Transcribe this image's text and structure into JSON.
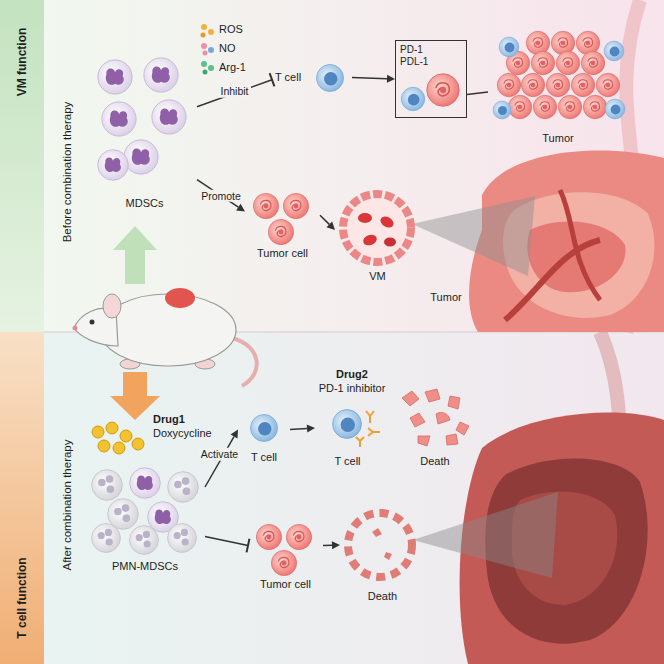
{
  "diagram": {
    "nodes": [
      {
        "text": [
          "MDSCs"
        ]
      },
      {
        "text": [
          "T cell"
        ]
      },
      {
        "text": [
          "PD-1 PDL-1"
        ]
      },
      {
        "text": [
          "Tumor"
        ]
      },
      {
        "text": [
          "Tumor cell"
        ]
      },
      {
        "text": [
          "VM"
        ]
      },
      {
        "text": [
          "PMN-MDSCs"
        ]
      },
      {
        "text": [
          "T cell"
        ]
      },
      {
        "text": [
          "T cell"
        ]
      },
      {
        "text": [
          "Death"
        ]
      },
      {
        "text": [
          "Tumor cell"
        ]
      },
      {
        "text": [
          "Death"
        ]
      }
    ],
    "edges": [
      {
        "from": 0,
        "to": 1,
        "arrow": "to",
        "label": "Inhibit"
      },
      {
        "from": 0,
        "to": 4,
        "arrow": "to",
        "label": "Promote"
      },
      {
        "from": 1,
        "to": 2,
        "arrow": "to"
      },
      {
        "from": 2,
        "to": 3,
        "arrow": "none"
      },
      {
        "from": 4,
        "to": 5,
        "arrow": "to"
      },
      {
        "from": 6,
        "to": 7,
        "arrow": "to",
        "label": "Activate"
      },
      {
        "from": 6,
        "to": 10,
        "arrow": "to"
      },
      {
        "from": 7,
        "to": 8,
        "arrow": "to"
      },
      {
        "from": 10,
        "to": 11,
        "arrow": "to"
      }
    ],
    "labels": [
      "VM function",
      "Before combination therapy",
      "ROS",
      "NO",
      "Arg-1",
      "Tumor",
      "After combination therapy",
      "Drug1",
      "Doxycycline",
      "Drug2",
      "PD-1 inhibitor",
      "T cell function"
    ]
  }
}
